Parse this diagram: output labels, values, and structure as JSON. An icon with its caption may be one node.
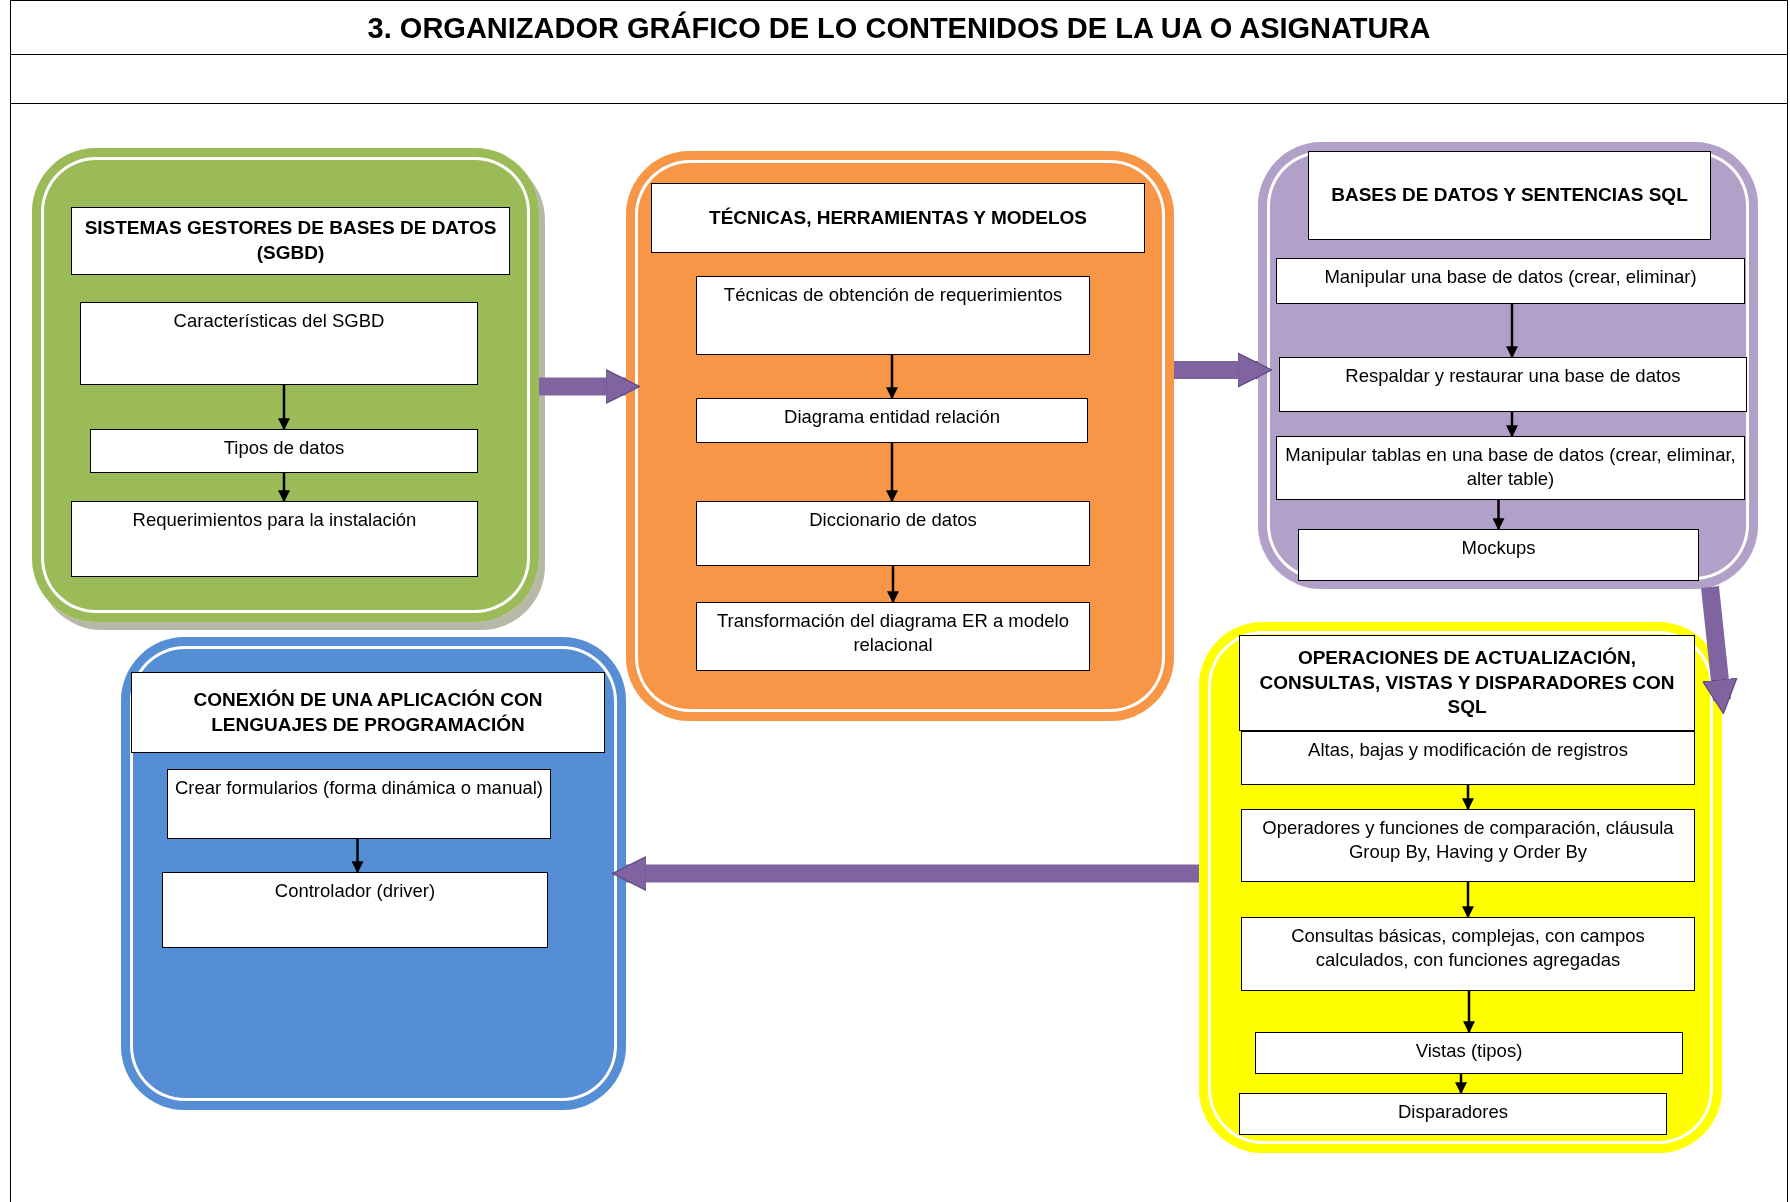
{
  "diagram": {
    "title": "3. ORGANIZADOR GRÁFICO DE LO CONTENIDOS DE LA UA O ASIGNATURA",
    "nodes": [
      {
        "text": [],
        "shape": "box"
      },
      {
        "text": [
          "SISTEMAS GESTORES DE BASES DE DATOS (SGBD)"
        ],
        "in": 0
      },
      {
        "text": [
          "Características del SGBD"
        ],
        "in": 0
      },
      {
        "text": [
          "Tipos de datos"
        ],
        "in": 0
      },
      {
        "text": [
          "Requerimientos para la instalación"
        ],
        "in": 0
      },
      {
        "text": [],
        "shape": "box"
      },
      {
        "text": [
          "TÉCNICAS, HERRAMIENTAS Y MODELOS"
        ],
        "in": 5
      },
      {
        "text": [
          "Técnicas de obtención de requerimientos"
        ],
        "in": 5
      },
      {
        "text": [
          "Diagrama entidad relación"
        ],
        "in": 5
      },
      {
        "text": [
          "Diccionario de datos"
        ],
        "in": 5
      },
      {
        "text": [
          "Transformación del diagrama ER a modelo relacional"
        ],
        "in": 5
      },
      {
        "text": [],
        "shape": "box"
      },
      {
        "text": [
          "BASES DE DATOS Y SENTENCIAS SQL"
        ],
        "in": 11
      },
      {
        "text": [
          "Manipular una base de datos (crear, eliminar)"
        ],
        "in": 11
      },
      {
        "text": [
          "Respaldar y restaurar una base de datos"
        ],
        "in": 11
      },
      {
        "text": [
          "Manipular tablas en una base de datos (crear, eliminar, alter table)"
        ],
        "in": 11
      },
      {
        "text": [
          "Mockups"
        ],
        "in": 11
      },
      {
        "text": [],
        "shape": "box"
      },
      {
        "text": [
          "OPERACIONES DE ACTUALIZACIÓN, CONSULTAS, VISTAS Y DISPARADORES CON SQL"
        ],
        "in": 17
      },
      {
        "text": [
          "Altas, bajas y modificación de registros"
        ],
        "in": 17
      },
      {
        "text": [
          "Operadores y funciones de comparación, cláusula Group By, Having y Order By"
        ],
        "in": 17
      },
      {
        "text": [
          "Consultas básicas, complejas, con campos calculados, con funciones agregadas"
        ],
        "in": 17
      },
      {
        "text": [
          "Vistas (tipos)"
        ],
        "in": 17
      },
      {
        "text": [
          "Disparadores"
        ],
        "in": 17
      },
      {
        "text": [],
        "shape": "box"
      },
      {
        "text": [
          "CONEXIÓN DE UNA APLICACIÓN CON LENGUAJES DE PROGRAMACIÓN"
        ],
        "in": 24
      },
      {
        "text": [
          "Crear formularios (forma dinámica o manual)"
        ],
        "in": 24
      },
      {
        "text": [
          "Controlador (driver)"
        ],
        "in": 24
      }
    ],
    "edges": [
      {
        "from": 2,
        "to": 3,
        "arrow": "to"
      },
      {
        "from": 3,
        "to": 4,
        "arrow": "to"
      },
      {
        "from": 7,
        "to": 8,
        "arrow": "to"
      },
      {
        "from": 8,
        "to": 9,
        "arrow": "to"
      },
      {
        "from": 9,
        "to": 10,
        "arrow": "to"
      },
      {
        "from": 13,
        "to": 14,
        "arrow": "to"
      },
      {
        "from": 14,
        "to": 15,
        "arrow": "to"
      },
      {
        "from": 15,
        "to": 16,
        "arrow": "to"
      },
      {
        "from": 19,
        "to": 20,
        "arrow": "to"
      },
      {
        "from": 20,
        "to": 21,
        "arrow": "to"
      },
      {
        "from": 21,
        "to": 22,
        "arrow": "to"
      },
      {
        "from": 22,
        "to": 23,
        "arrow": "to"
      },
      {
        "from": 26,
        "to": 27,
        "arrow": "to"
      },
      {
        "from": 0,
        "to": 5,
        "arrow": "to",
        "style": "thick",
        "color": "#8064a2"
      },
      {
        "from": 5,
        "to": 11,
        "arrow": "to",
        "style": "thick",
        "color": "#8064a2"
      },
      {
        "from": 11,
        "to": 17,
        "arrow": "to",
        "style": "thick",
        "color": "#8064a2"
      },
      {
        "from": 17,
        "to": 24,
        "arrow": "to",
        "style": "thick",
        "color": "#8064a2"
      }
    ]
  }
}
